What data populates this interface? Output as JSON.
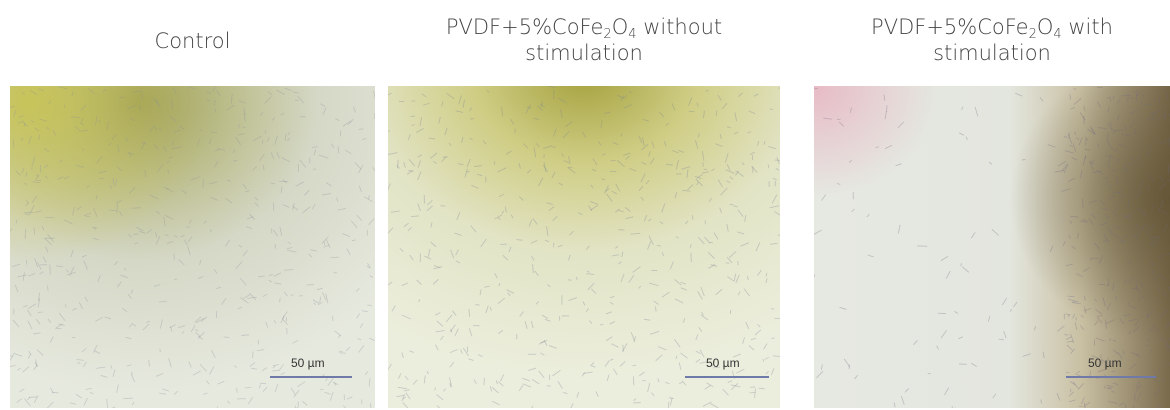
{
  "panels": [
    {
      "title": "Control",
      "title_parts": {
        "a": "Control",
        "b": "",
        "c": "",
        "d": "",
        "e": ""
      },
      "scale_label": "50 µm",
      "colors": {
        "base": "#e4e8da",
        "tint": "#c9c86a",
        "dark": "#8e8f55"
      }
    },
    {
      "title": "PVDF+5%CoFe2O4 without stimulation",
      "title_parts": {
        "a": "PVDF+5%CoFe",
        "b": "2",
        "c": "O",
        "d": "4",
        "e": " without",
        "line2": "stimulation"
      },
      "scale_label": "50 µm",
      "colors": {
        "base": "#e9ebdc",
        "tint": "#d8d584",
        "dark": "#9a9a3e"
      }
    },
    {
      "title": "PVDF+5%CoFe2O4 with stimulation",
      "title_parts": {
        "a": "PVDF+5%CoFe",
        "b": "2",
        "c": "O",
        "d": "4",
        "e": " with",
        "line2": "stimulation"
      },
      "scale_label": "50 µm",
      "colors": {
        "base": "#e6e9e2",
        "tint": "#b8a878",
        "dark": "#7a6a4c",
        "pink": "#e8c9cf"
      }
    }
  ]
}
